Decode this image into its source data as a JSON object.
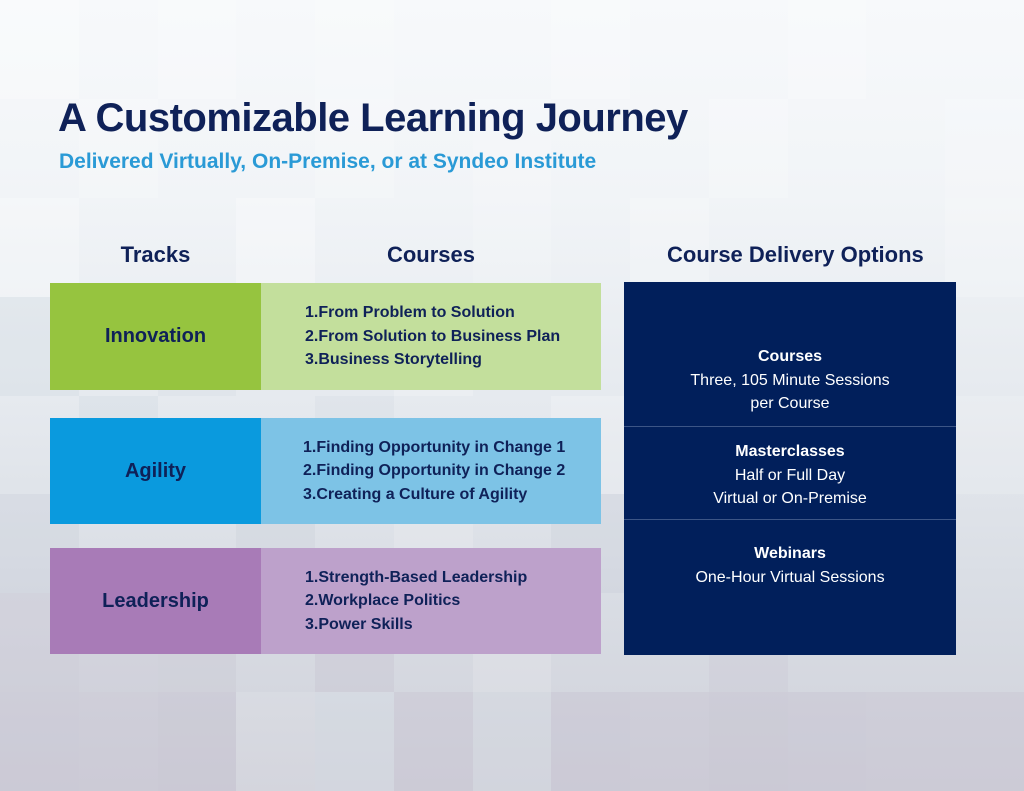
{
  "header": {
    "title": "A Customizable Learning Journey",
    "subtitle": "Delivered Virtually, On-Premise, or at Syndeo Institute"
  },
  "columns": {
    "tracks": "Tracks",
    "courses": "Courses",
    "delivery": "Course Delivery Options"
  },
  "tracks": [
    {
      "name": "Innovation",
      "color": "#96c43f",
      "course_bg": "#c3df9c",
      "courses": [
        "1.From Problem to Solution",
        "2.From Solution to Business Plan",
        "3.Business Storytelling"
      ]
    },
    {
      "name": "Agility",
      "color": "#0a9ade",
      "course_bg": "#7dc3e6",
      "courses": [
        "1.Finding Opportunity in Change 1",
        "2.Finding Opportunity in Change 2",
        "3.Creating a Culture of Agility"
      ]
    },
    {
      "name": "Leadership",
      "color": "#a87bb7",
      "course_bg": "#bda1cb",
      "courses": [
        "1.Strength-Based Leadership",
        "2.Workplace Politics",
        "3.Power Skills"
      ]
    }
  ],
  "delivery_options": [
    {
      "heading": "Courses",
      "lines": [
        "Three, 105 Minute Sessions",
        "per Course"
      ]
    },
    {
      "heading": "Masterclasses",
      "lines": [
        "Half or Full Day",
        "Virtual or On-Premise"
      ]
    },
    {
      "heading": "Webinars",
      "lines": [
        "One-Hour Virtual Sessions"
      ]
    }
  ],
  "colors": {
    "navy": "#0f2158",
    "delivery_bg": "#011f5b",
    "subtitle_blue": "#2a9ad6"
  }
}
